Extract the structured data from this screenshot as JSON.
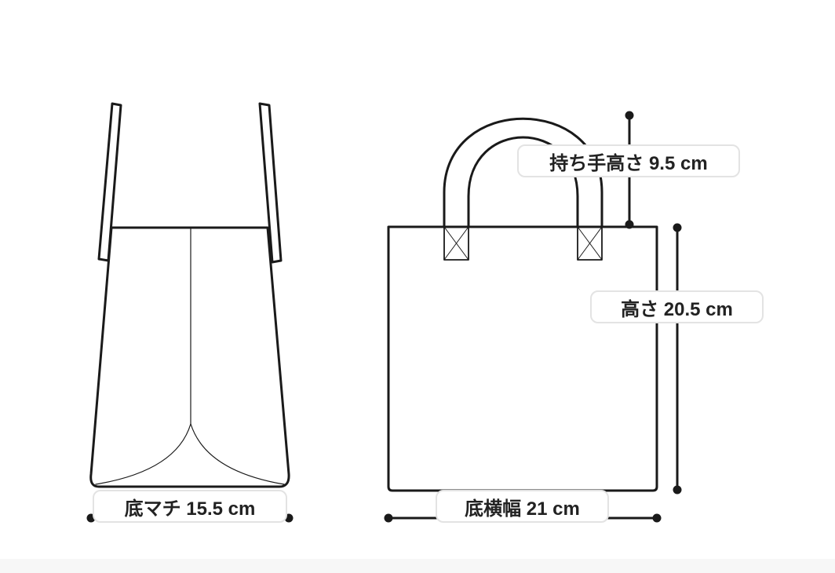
{
  "dimensions": {
    "handle_height": "持ち手高さ 9.5 cm",
    "height": "高さ 20.5 cm",
    "bottom_gusset": "底マチ 15.5 cm",
    "bottom_width": "底横幅 21 cm"
  },
  "colors": {
    "line": "#1a1a1a",
    "label_border": "#e3e3e3",
    "background": "#ffffff"
  }
}
